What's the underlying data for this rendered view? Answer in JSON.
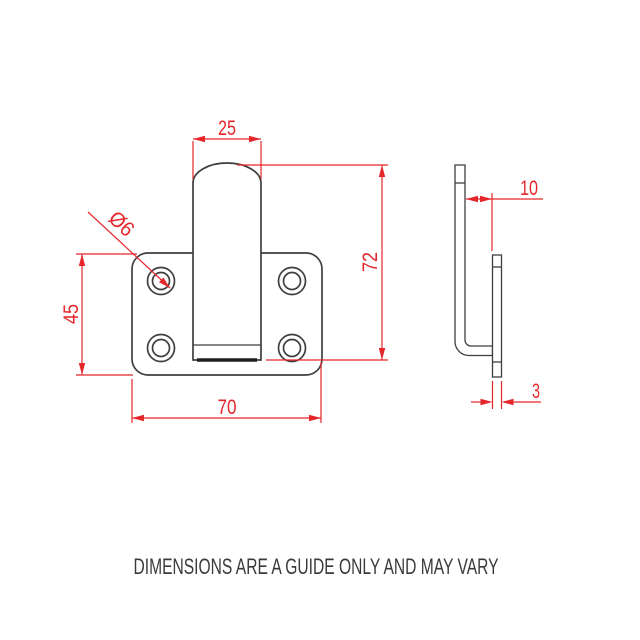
{
  "drawing": {
    "title": "bracket-dimension-drawing",
    "note": "DIMENSIONS ARE A GUIDE ONLY AND MAY VARY",
    "front_view": {
      "dims": {
        "tab_width": "25",
        "overall_height": "72",
        "plate_height": "45",
        "plate_width": "70",
        "hole_diameter": "Ø6"
      }
    },
    "side_view": {
      "dims": {
        "tab_offset": "10",
        "material_thickness": "3"
      }
    },
    "colors": {
      "dimension_red": "#e5262b",
      "line_ink": "#3f3f3f",
      "note_ink": "#3a3a3a",
      "background": "#ffffff"
    }
  }
}
